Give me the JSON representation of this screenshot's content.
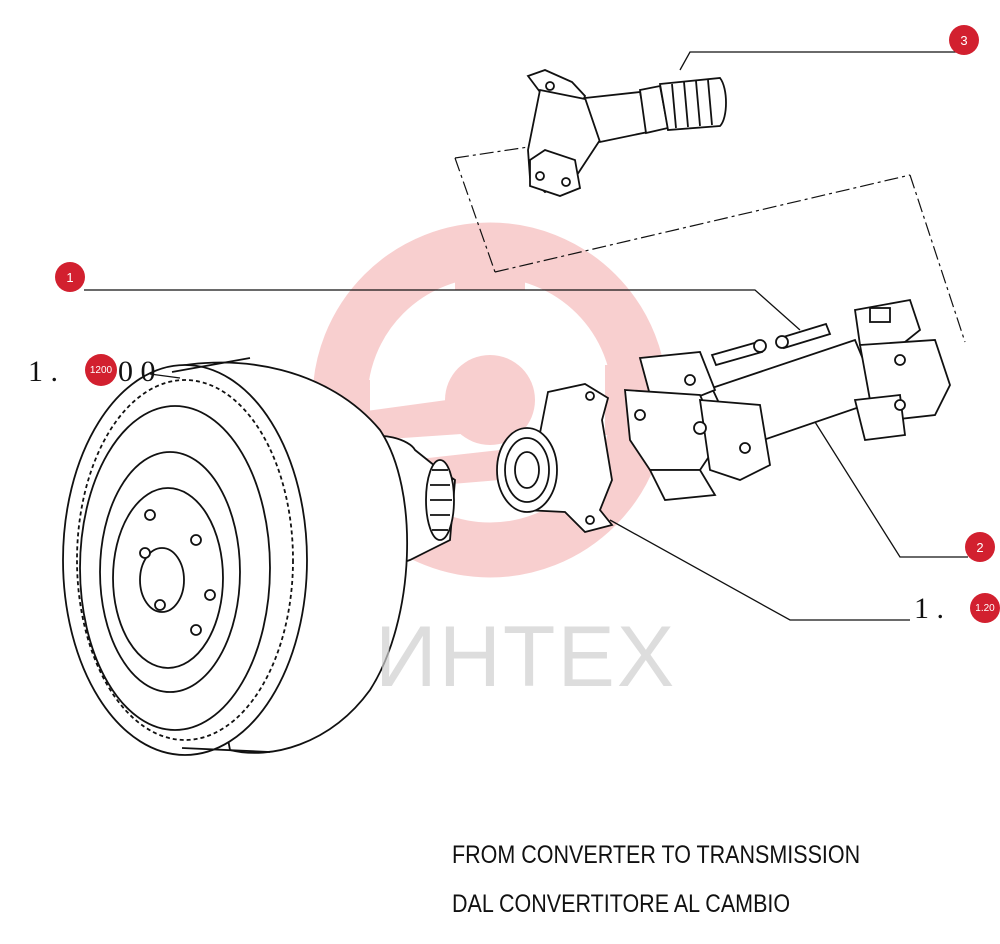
{
  "watermark": {
    "text": "ИНТЕХ",
    "color": "#f2a6a6"
  },
  "callouts": [
    {
      "number": "1"
    },
    {
      "number": "2"
    },
    {
      "number": "3"
    }
  ],
  "references": [
    {
      "prefix": "1 .",
      "badge": "1200",
      "suffix": "0 0"
    },
    {
      "prefix": "1 .",
      "badge": "1.20"
    }
  ],
  "caption": {
    "english": "FROM CONVERTER TO TRANSMISSION",
    "italian": "DAL CONVERTITORE AL CAMBIO"
  },
  "colors": {
    "accent": "#d2202f",
    "line": "#111111"
  }
}
